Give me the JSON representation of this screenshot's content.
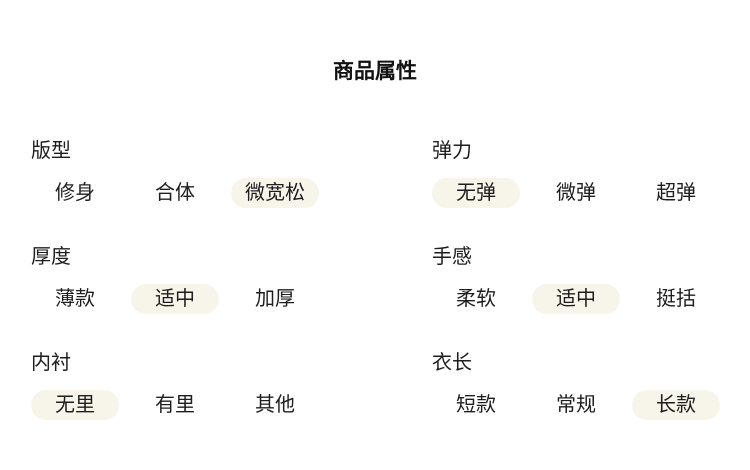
{
  "page": {
    "title": "商品属性",
    "highlight_color": "#f7f4ea",
    "text_color": "#1e1e1e",
    "background_color": "#ffffff"
  },
  "groups": [
    {
      "label": "版型",
      "options": [
        {
          "text": "修身",
          "selected": false
        },
        {
          "text": "合体",
          "selected": false
        },
        {
          "text": "微宽松",
          "selected": true
        }
      ]
    },
    {
      "label": "弹力",
      "options": [
        {
          "text": "无弹",
          "selected": true
        },
        {
          "text": "微弹",
          "selected": false
        },
        {
          "text": "超弹",
          "selected": false
        }
      ]
    },
    {
      "label": "厚度",
      "options": [
        {
          "text": "薄款",
          "selected": false
        },
        {
          "text": "适中",
          "selected": true
        },
        {
          "text": "加厚",
          "selected": false
        }
      ]
    },
    {
      "label": "手感",
      "options": [
        {
          "text": "柔软",
          "selected": false
        },
        {
          "text": "适中",
          "selected": true
        },
        {
          "text": "挺括",
          "selected": false
        }
      ]
    },
    {
      "label": "内衬",
      "options": [
        {
          "text": "无里",
          "selected": true
        },
        {
          "text": "有里",
          "selected": false
        },
        {
          "text": "其他",
          "selected": false
        }
      ]
    },
    {
      "label": "衣长",
      "options": [
        {
          "text": "短款",
          "selected": false
        },
        {
          "text": "常规",
          "selected": false
        },
        {
          "text": "长款",
          "selected": true
        }
      ]
    }
  ]
}
